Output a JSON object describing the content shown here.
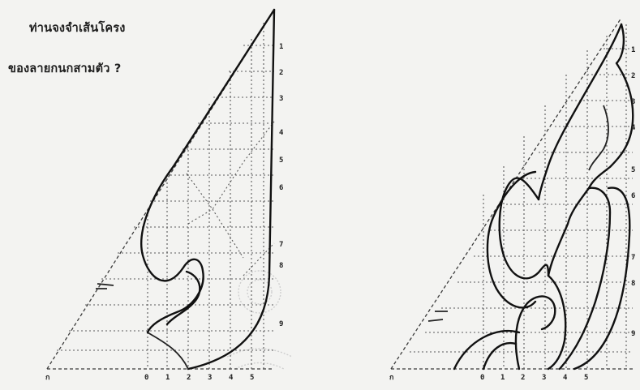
{
  "title": {
    "line1": "ท่านจงจำเส้นโครง",
    "line2": "ของลายกนกสามตัว ?"
  },
  "colors": {
    "background": "#f3f3f1",
    "ink": "#111111",
    "grid": "#3a3a3a"
  },
  "left_figure": {
    "apex_label": "",
    "baseline_labels": [
      "ก",
      "0",
      "1",
      "2",
      "3",
      "4",
      "5"
    ],
    "right_scale_labels": [
      "1",
      "2",
      "3",
      "4",
      "5",
      "6",
      "7",
      "8",
      "9"
    ]
  },
  "right_figure": {
    "baseline_labels": [
      "ก",
      "0",
      "1",
      "2",
      "3",
      "4",
      "5"
    ],
    "right_scale_labels": [
      "1",
      "2",
      "3",
      "4",
      "5",
      "6",
      "7",
      "8",
      "9"
    ]
  }
}
